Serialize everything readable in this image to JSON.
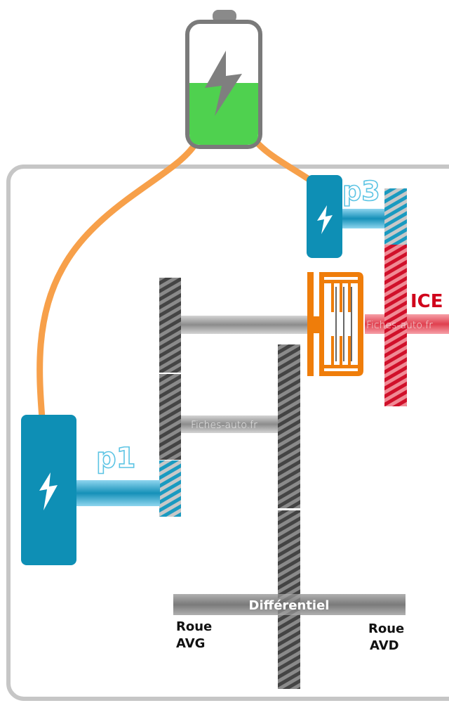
{
  "labels": {
    "p3": "p3",
    "p1": "p1",
    "ice": "ICE",
    "differential": "Différentiel",
    "wheel_left_1": "Roue",
    "wheel_left_2": "AVG",
    "wheel_right_1": "Roue",
    "wheel_right_2": "AVD",
    "watermark": "Fiches-auto.fr"
  },
  "colors": {
    "battery_green": "#4fd14f",
    "motor_blue": "#0e8fb5",
    "cable_orange": "#f7a04a",
    "clutch_orange": "#ef7d0a",
    "ice_red": "#d0021b",
    "gear_gray": "#4a4a4a"
  },
  "battery": {
    "charge_fraction": 0.5
  }
}
